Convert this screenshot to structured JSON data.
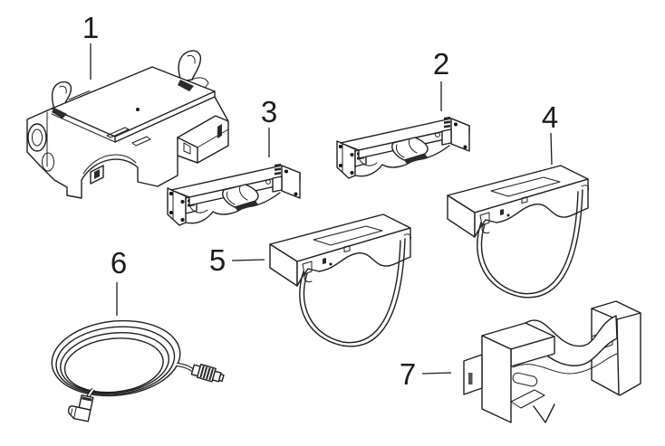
{
  "diagram": {
    "type": "exploded-parts-line-drawing",
    "background_color": "#ffffff",
    "line_color": "#1f1f1f",
    "callouts": [
      {
        "label": "1",
        "part_icon": "mounting-frame-drawing"
      },
      {
        "label": "2",
        "part_icon": "contact-bracket-drawing"
      },
      {
        "label": "3",
        "part_icon": "contact-bracket-drawing"
      },
      {
        "label": "4",
        "part_icon": "control-box-cable-loop-drawing"
      },
      {
        "label": "5",
        "part_icon": "control-box-cable-loop-drawing"
      },
      {
        "label": "6",
        "part_icon": "connection-cable-coil-drawing"
      },
      {
        "label": "7",
        "part_icon": "saddle-clamp-drawing"
      }
    ]
  }
}
